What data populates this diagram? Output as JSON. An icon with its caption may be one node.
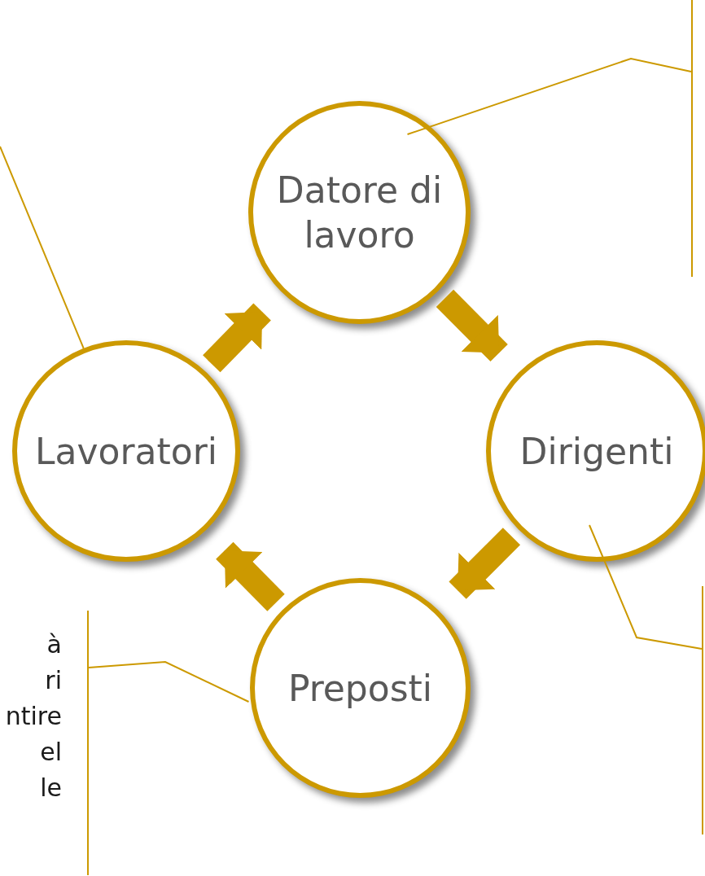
{
  "diagram": {
    "nodes": [
      {
        "text": [
          "Datore di lavoro"
        ]
      },
      {
        "text": [
          "Dirigenti"
        ]
      },
      {
        "text": [
          "Preposti"
        ]
      },
      {
        "text": [
          "Lavoratori"
        ]
      },
      {
        "text": [],
        "shape": "bar"
      },
      {
        "text": [],
        "shape": "bar"
      },
      {
        "text": [],
        "shape": "bar"
      }
    ],
    "edges": [
      {
        "from": 0,
        "to": 1,
        "arrow": "to",
        "style": "thick"
      },
      {
        "from": 1,
        "to": 2,
        "arrow": "to",
        "style": "thick"
      },
      {
        "from": 2,
        "to": 3,
        "arrow": "to",
        "style": "thick"
      },
      {
        "from": 3,
        "to": 0,
        "arrow": "to",
        "style": "thick"
      },
      {
        "from": 0,
        "to": 4,
        "arrow": "none"
      },
      {
        "from": 1,
        "to": 5,
        "arrow": "none"
      },
      {
        "from": 2,
        "to": 6,
        "arrow": "none"
      },
      {
        "from": null,
        "to": 3,
        "arrow": "none"
      }
    ],
    "labels": [
      "à",
      "ri",
      "ntire",
      "el",
      "le"
    ]
  }
}
